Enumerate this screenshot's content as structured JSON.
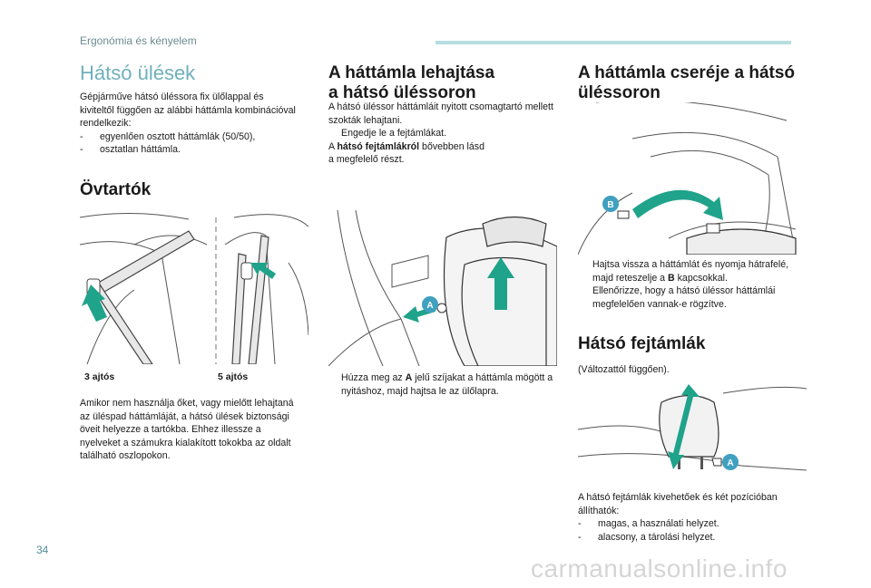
{
  "header": {
    "section": "Ergonómia és kényelem"
  },
  "col1": {
    "title": "Hátsó ülések",
    "intro": "Gépjárműve hátsó üléssora fix ülőlappal és kiviteltől függően az alábbi háttámla kombinációval rendelkezik:",
    "list": [
      {
        "marker": "-",
        "text": "egyenlően osztott háttámlák (50/50),"
      },
      {
        "marker": "-",
        "text": "osztatlan háttámla."
      }
    ],
    "belts_title": "Övtartók",
    "label_3door": "3 ajtós",
    "label_5door": "5 ajtós",
    "belts_text": "Amikor nem használja őket, vagy mielőtt lehajtaná az üléspad háttámláját, a hátsó ülések biztonsági öveit helyezze a tartókba. Ehhez illessze a nyelveket a számukra kialakított tokokba az oldalt található oszlopokon."
  },
  "col2": {
    "title_line1": "A háttámla lehajtása",
    "title_line2": "a hátsó üléssoron",
    "p1": "A hátsó üléssor háttámláit nyitott csomagtartó mellett szokták lehajtani.",
    "bullet1_marker": "",
    "bullet1": "Engedje le a fejtámlákat.",
    "p2_prefix": "A ",
    "p2_bold": "hátsó fejtámlákról",
    "p2_suffix": " bővebben lásd",
    "p2_line2": "a megfelelő részt.",
    "marker_a": "A",
    "step_marker": "",
    "step_prefix": "Húzza meg az ",
    "step_bold": "A",
    "step_suffix": " jelű szíjakat a háttámla mögött a nyitáshoz, majd hajtsa le az ülőlapra."
  },
  "col3": {
    "title_line1": "A háttámla cseréje a hátsó",
    "title_line2": "üléssoron",
    "marker_b": "B",
    "bullets": [
      {
        "marker": "",
        "prefix": "Hajtsa vissza a háttámlát és nyomja hátrafelé, majd reteszelje a ",
        "bold": "B",
        "suffix": " kapcsokkal."
      },
      {
        "marker": "",
        "prefix": "Ellenőrizze, hogy a hátsó üléssor háttámlái megfelelően vannak-e rögzítve.",
        "bold": "",
        "suffix": ""
      }
    ],
    "headrest_title": "Hátsó fejtámlák",
    "headrest_note": "(Változattól függően).",
    "marker_a": "A",
    "headrest_text": "A hátsó fejtámlák kivehetőek és két pozícióban állíthatók:",
    "headrest_list": [
      {
        "marker": "-",
        "text": "magas, a használati helyzet."
      },
      {
        "marker": "-",
        "text": "alacsony, a tárolási helyzet."
      }
    ]
  },
  "footer": {
    "page_number": "34",
    "watermark": "carmanualsonline.info"
  },
  "colors": {
    "accent": "#6fb0bb",
    "arrow": "#1fa38a",
    "marker": "#3fa0c0",
    "header_bar": "#b6dde0"
  }
}
